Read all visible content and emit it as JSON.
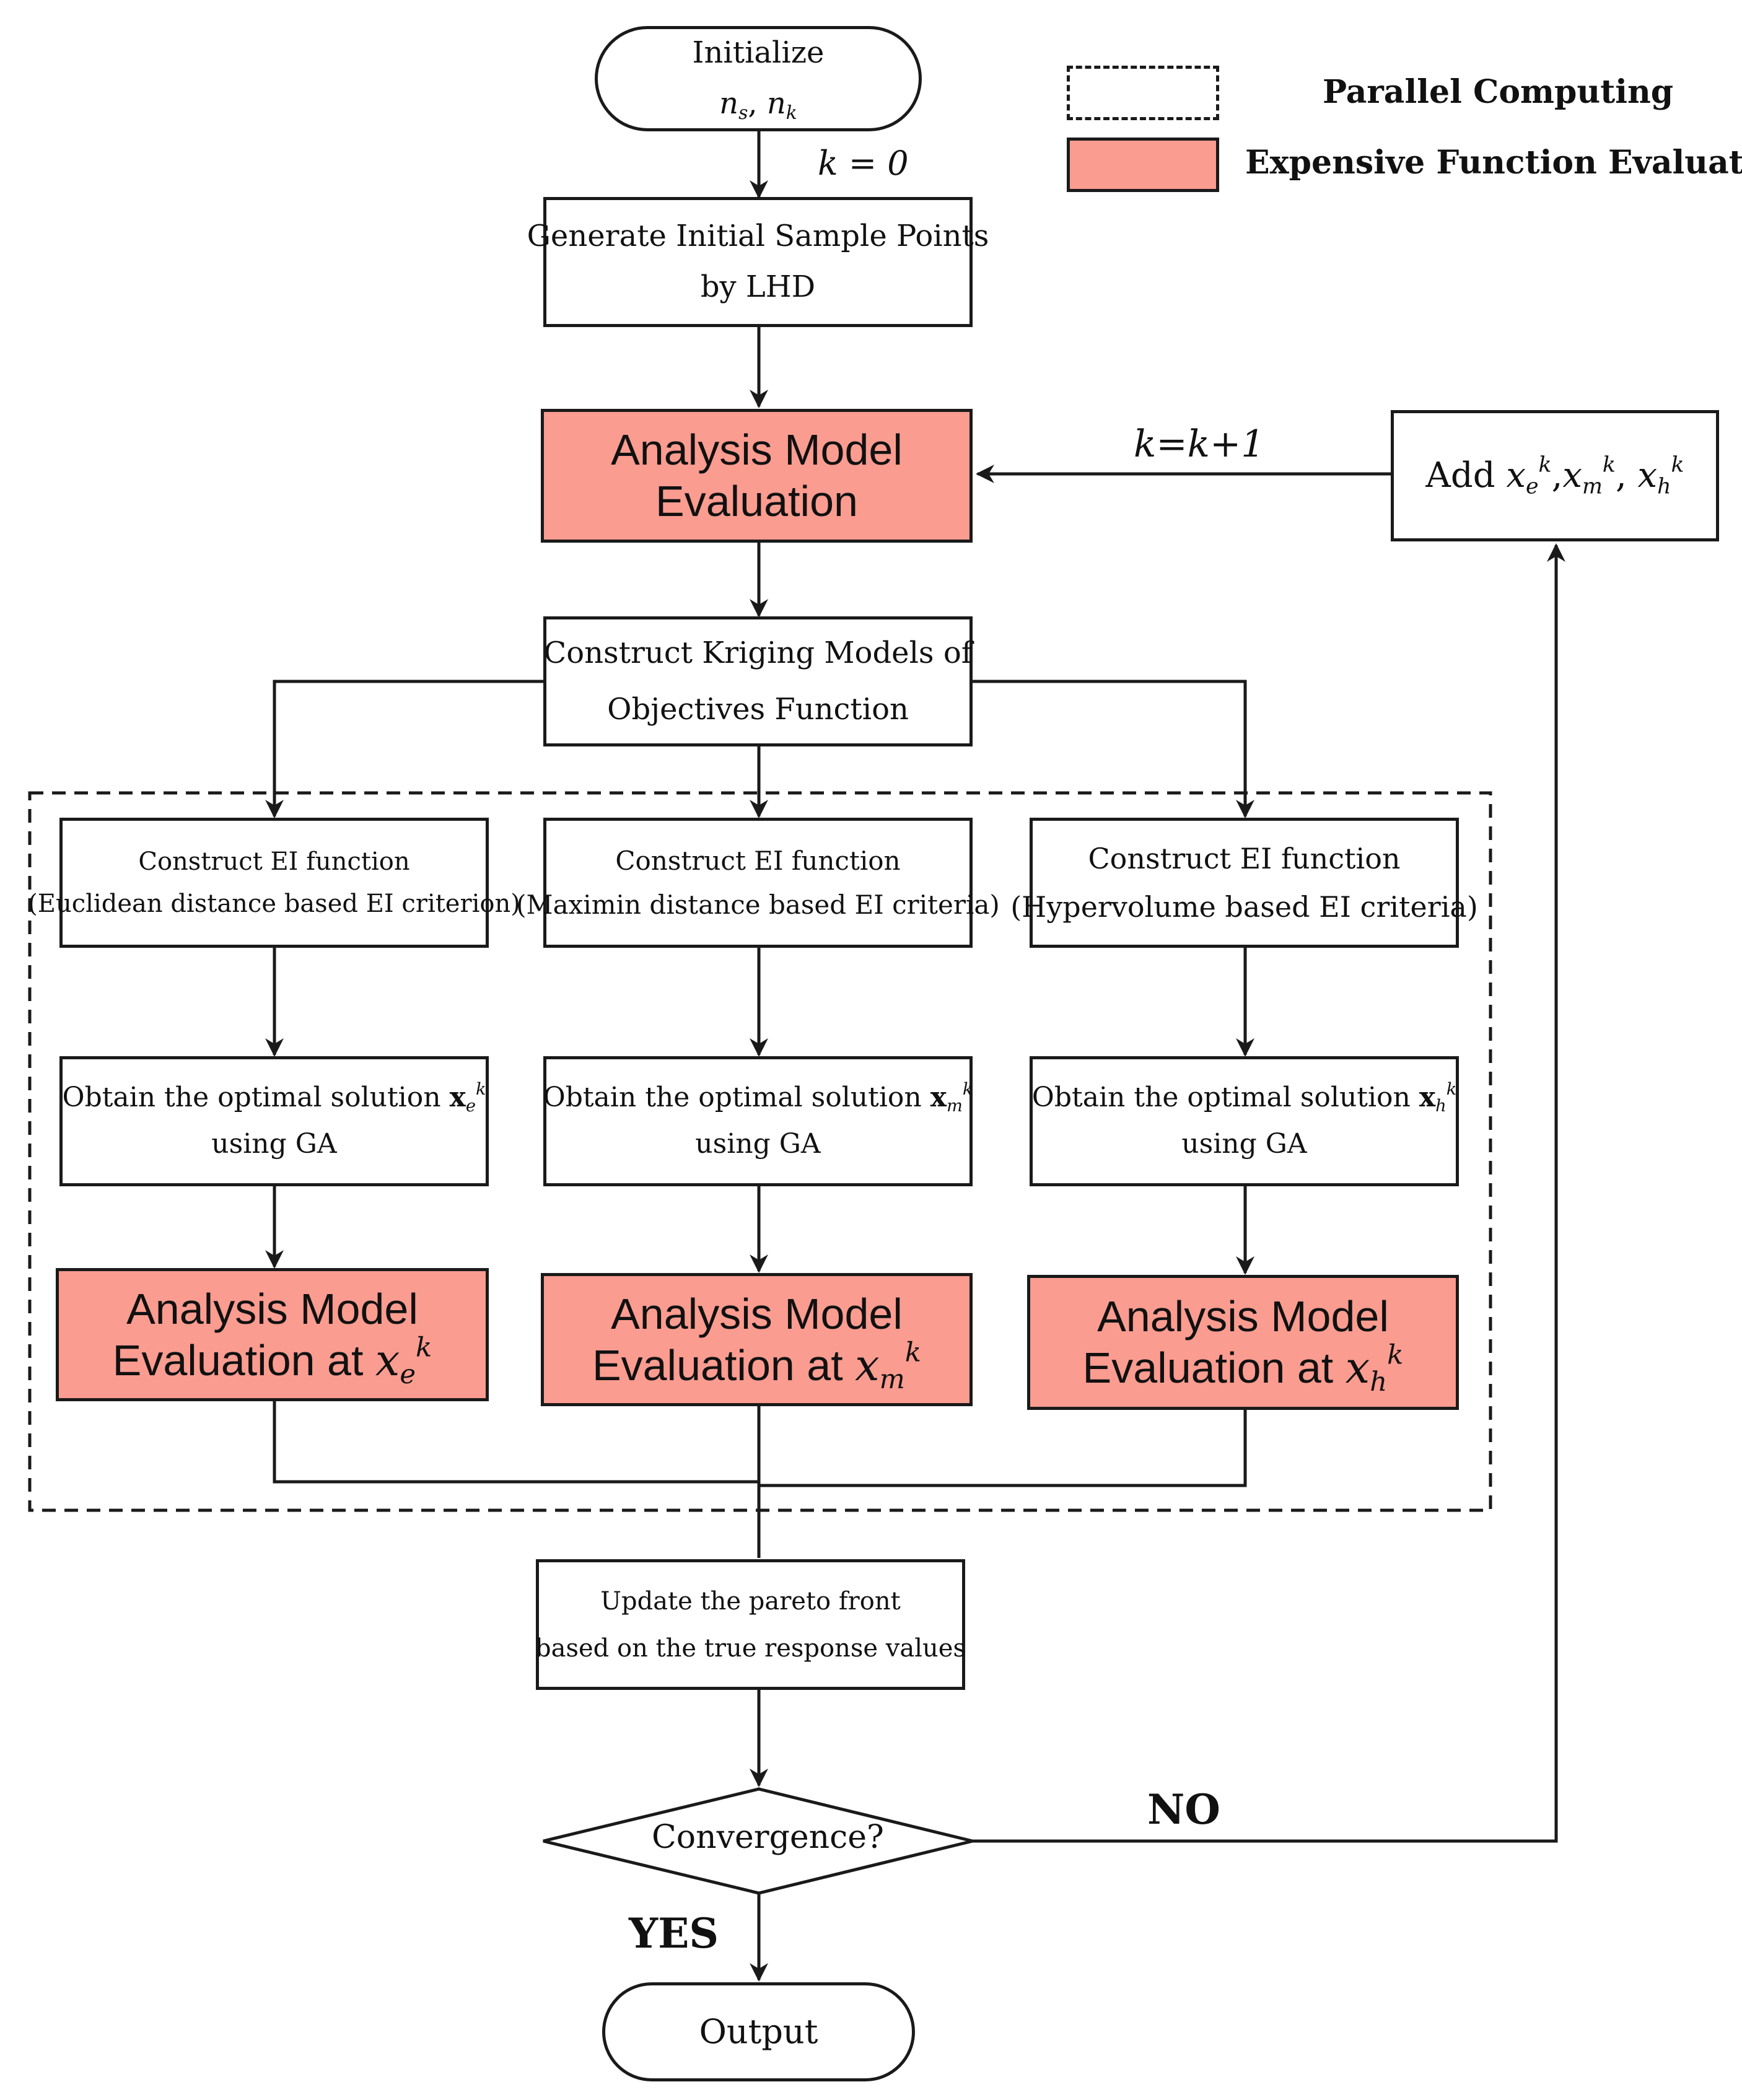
{
  "legend": {
    "parallel": "Parallel Computing",
    "expensive": "Expensive Function Evaluates",
    "colors": {
      "pink": "#fb9c90",
      "line": "#1a1a1a"
    }
  },
  "nodes": {
    "initialize": {
      "line1": "Initialize",
      "math": "n",
      "sub1": "s",
      "sep": ", ",
      "sub2": "k"
    },
    "k_init": "k = 0",
    "generate": {
      "line1": "Generate Initial Sample Points",
      "line2": "by LHD"
    },
    "analysis_eval": {
      "line1": "Analysis Model",
      "line2": "Evaluation"
    },
    "kriging": {
      "line1": "Construct Kriging Models of",
      "line2": "Objectives Function"
    },
    "ei_columns": [
      {
        "line1": "Construct EI function",
        "line2": "(Euclidean distance based EI criterion)"
      },
      {
        "line1": "Construct EI function",
        "line2": "(Maximin distance based EI criteria)"
      },
      {
        "line1": "Construct EI function",
        "line2": "(Hypervolume based EI criteria)"
      }
    ],
    "ga_columns": [
      {
        "line1": "Obtain the optimal solution",
        "vec": "x",
        "sub": "e",
        "sup": "k",
        "line2": "using GA"
      },
      {
        "line1": "Obtain the optimal solution",
        "vec": "x",
        "sub": "m",
        "sup": "k",
        "line2": "using GA"
      },
      {
        "line1": "Obtain the optimal solution",
        "vec": "x",
        "sub": "h",
        "sup": "k",
        "line2": "using GA"
      }
    ],
    "eval_columns": [
      {
        "line1": "Analysis Model",
        "line2": "Evaluation at",
        "var": "x",
        "sub": "e",
        "sup": "k"
      },
      {
        "line1": "Analysis Model",
        "line2": "Evaluation at",
        "var": "x",
        "sub": "m",
        "sup": "k"
      },
      {
        "line1": "Analysis Model",
        "line2": "Evaluation at",
        "var": "x",
        "sub": "h",
        "sup": "k"
      }
    ],
    "update": {
      "line1": "Update the pareto front",
      "line2": "based on the true response values"
    },
    "convergence": "Convergence?",
    "output": "Output",
    "add": {
      "prefix": "Add",
      "var": "x",
      "subs": [
        "e",
        "m",
        "h"
      ],
      "sup": "k"
    },
    "k_update": "k=k+1",
    "no": "NO",
    "yes": "YES"
  }
}
